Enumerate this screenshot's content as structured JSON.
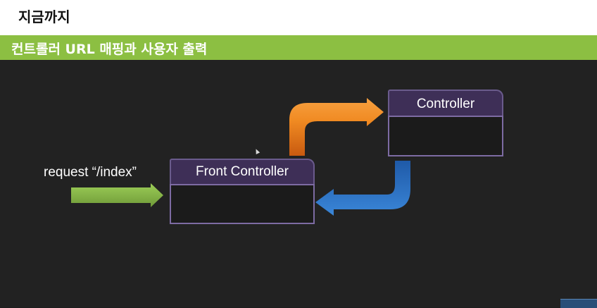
{
  "header": {
    "title": "지금까지"
  },
  "slide": {
    "subtitle": "컨트롤러 URL 매핑과 사용자 출력"
  },
  "diagram": {
    "request_label": "request “/index”",
    "front_controller": {
      "label": "Front Controller"
    },
    "controller": {
      "label": "Controller"
    }
  },
  "colors": {
    "subtitle_bar": "#8cbf42",
    "request_arrow": "#8ab84a",
    "forward_arrow": "#ef8a1f",
    "return_arrow": "#2f6fc4",
    "node_header": "#3e2f57",
    "node_border": "#7d6ba3",
    "background": "#222222"
  }
}
